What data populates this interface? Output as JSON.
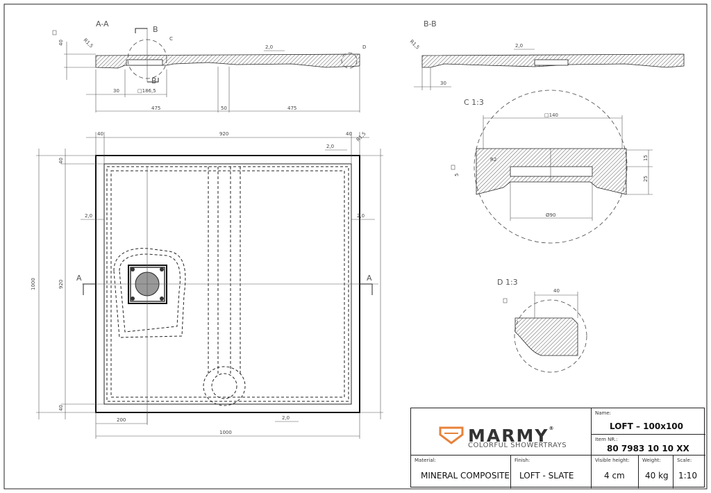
{
  "views": {
    "section_aa": "A-A",
    "section_bb": "B-B",
    "detail_c": "C 1:3",
    "detail_d": "D 1:3",
    "cut_b_top": "B",
    "cut_b_bottom": "B",
    "cut_a_left": "A",
    "cut_a_right": "A",
    "callout_c": "C",
    "callout_d": "D"
  },
  "dims": {
    "aa_height": "40",
    "aa_radius": "R1,5",
    "aa_slope": "2,0",
    "aa_30": "30",
    "aa_drain": "□186,5",
    "aa_475_left": "475",
    "aa_50": "50",
    "aa_475_right": "475",
    "bb_radius": "R1,5",
    "bb_slope": "2,0",
    "bb_30": "30",
    "c_140": "□140",
    "c_r2": "R2",
    "c_5": "5",
    "c_15": "15",
    "c_25": "25",
    "c_90": "Ø90",
    "d_40": "40",
    "plan_40_left": "40",
    "plan_920": "920",
    "plan_40_right": "40",
    "plan_slope_top": "2,0",
    "plan_radius": "R1,5",
    "plan_left_40_top": "40",
    "plan_left_920": "920",
    "plan_left_40_bottom": "40",
    "plan_1000": "1000",
    "plan_slope_left": "2,0",
    "plan_slope_right": "2,0",
    "plan_200": "200",
    "plan_1000_bottom": "1000",
    "plan_slope_bottom": "2,0"
  },
  "title_block": {
    "brand": "MARMY",
    "brand_mark": "®",
    "tagline": "COLORFUL SHOWERTRAYS",
    "name_caption": "Name:",
    "name_value": "LOFT – 100x100",
    "item_caption": "Item NR.:",
    "item_value": "80 7983 10 10 XX",
    "material_caption": "Material:",
    "material_value": "MINERAL COMPOSITE",
    "finish_caption": "Finish:",
    "finish_value": "LOFT - SLATE",
    "height_caption": "Visible height:",
    "height_value": "4 cm",
    "weight_caption": "Weight:",
    "weight_value": "40 kg",
    "scale_caption": "Scale:",
    "scale_value": "1:10",
    "logo_color": "#e8823a"
  }
}
